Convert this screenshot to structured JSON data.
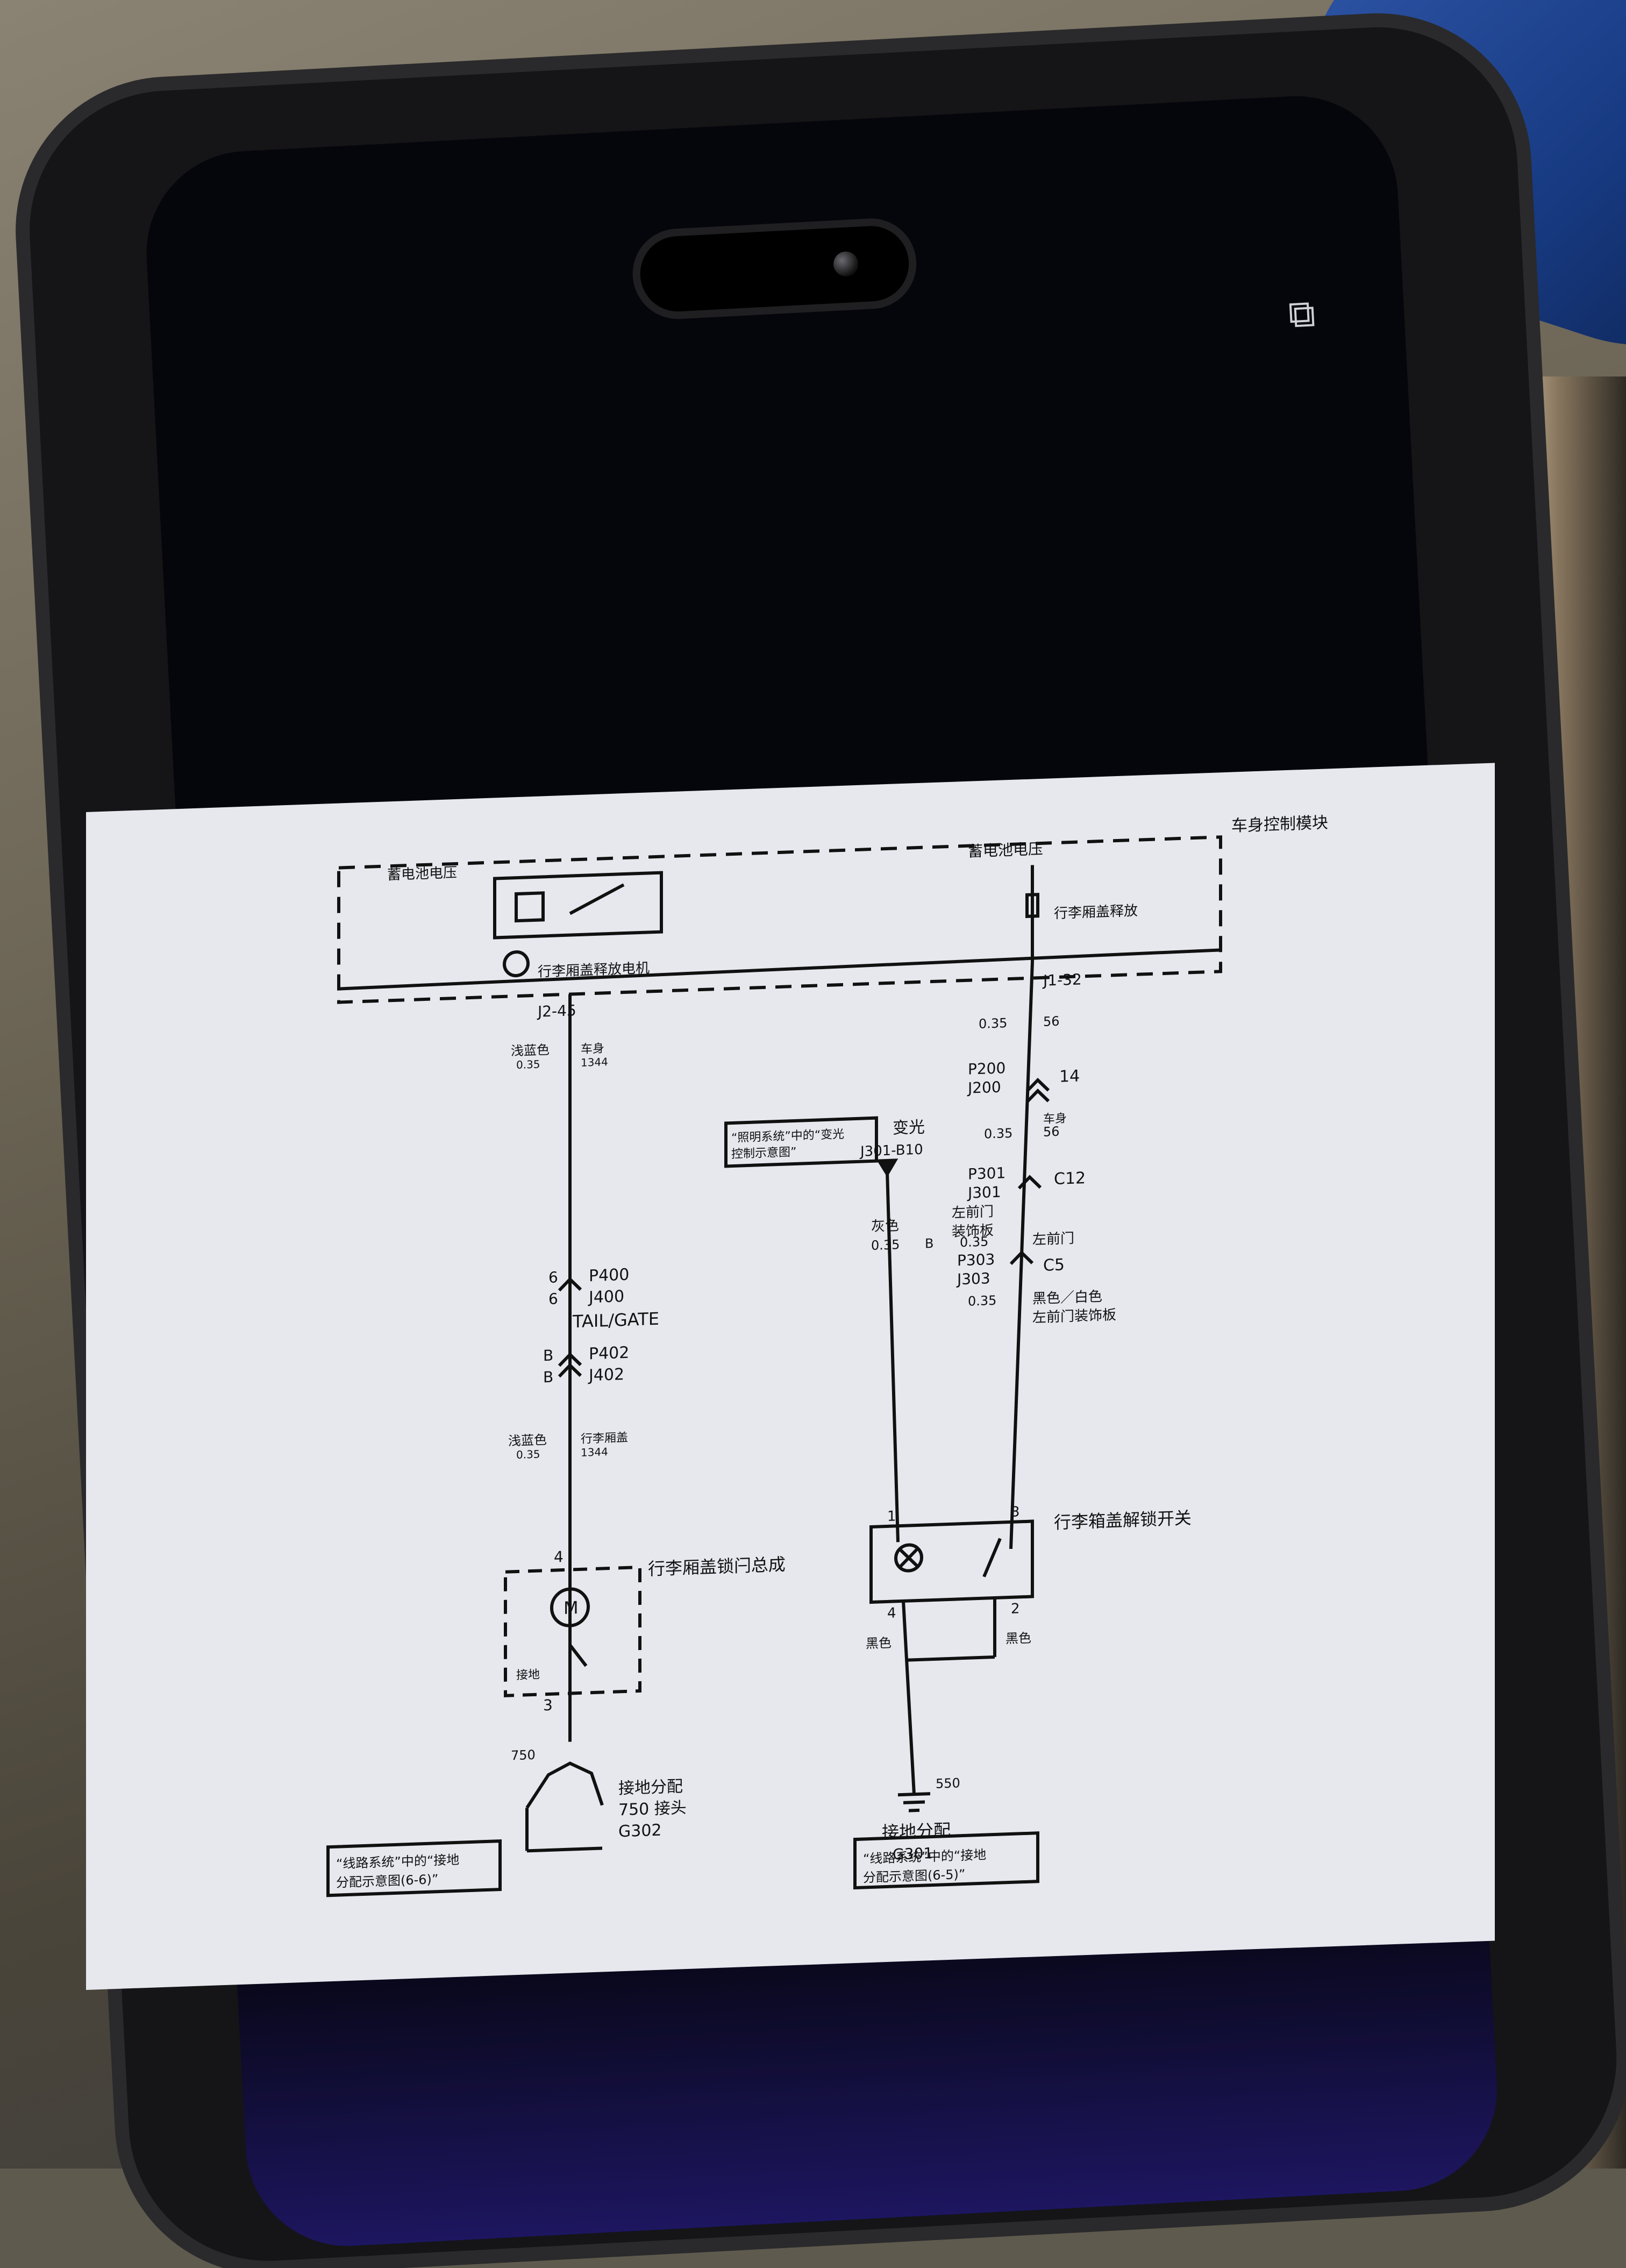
{
  "diagram": {
    "module_name": "车身控制模块",
    "battery_voltage_left": "蓄电池电压",
    "battery_voltage_right": "蓄电池电压",
    "trunk_release_motor_relay": "行李厢盖释放电机",
    "trunk_release_signal": "行李厢盖释放",
    "left_circuit": {
      "pin_module": "J2-45",
      "wire1_color": "浅蓝色",
      "wire1_gauge": "0.35",
      "wire1_loc": "车身",
      "wire1_circuit": "1344",
      "conn1_pin_top": "6",
      "conn1_pin_bottom": "6",
      "conn1_top": "P400",
      "conn1_bottom": "J400",
      "conn1_name": "TAIL/GATE",
      "conn2_pin_top": "B",
      "conn2_pin_bottom": "B",
      "conn2_top": "P402",
      "conn2_bottom": "J402",
      "wire2_color": "浅蓝色",
      "wire2_gauge": "0.35",
      "wire2_loc": "行李厢盖",
      "wire2_circuit": "1344",
      "actuator_pin_top": "4",
      "actuator_pin_bottom": "3",
      "actuator_name": "行李厢盖锁闩总成",
      "motor_symbol": "M",
      "ground_label": "接地",
      "ground_circuit": "750",
      "ground_name_1": "接地分配",
      "ground_name_2": "750 接头",
      "ground_id": "G302",
      "ref_box_line1": "“线路系统”中的“接地",
      "ref_box_line2": "分配示意图(6-6)”"
    },
    "right_circuit": {
      "pin_module": "J1-32",
      "wire1_gauge": "0.35",
      "wire1_circuit": "56",
      "conn1_top": "P200",
      "conn1_bottom": "J200",
      "conn1_pin": "14",
      "wire2_gauge": "0.35",
      "wire2_loc": "车身",
      "wire2_circuit": "56",
      "conn2_top": "P301",
      "conn2_bottom": "J301",
      "conn2_id": "C12",
      "conn2_loc_1": "左前门",
      "conn2_loc_2": "装饰板",
      "dimmer_label": "变光",
      "dimmer_pin": "J301-B10",
      "dimmer_ref_line1": "“照明系统”中的“变光",
      "dimmer_ref_line2": "控制示意图”",
      "gray_wire_color": "灰色",
      "gray_wire_gauge": "0.35",
      "gray_wire_pin": "B",
      "wire3_gauge": "0.35",
      "wire3_loc": "左前门",
      "conn3_top": "P303",
      "conn3_bottom": "J303",
      "conn3_id": "C5",
      "wire4_gauge": "0.35",
      "wire4_color": "黑色／白色",
      "wire4_loc": "左前门装饰板",
      "switch_name": "行李箱盖解锁开关",
      "switch_pin_1": "1",
      "switch_pin_2": "2",
      "switch_pin_3": "3",
      "switch_pin_4": "4",
      "black_wire_left": "黑色",
      "black_wire_right": "黑色",
      "ground_circuit": "550",
      "ground_name": "接地分配",
      "ground_id": "G301",
      "ref_box_line1": "“线路系统”中的“接地",
      "ref_box_line2": "分配示意图(6-5)”"
    }
  },
  "icons": {
    "recent_apps": "recent-apps-icon"
  }
}
